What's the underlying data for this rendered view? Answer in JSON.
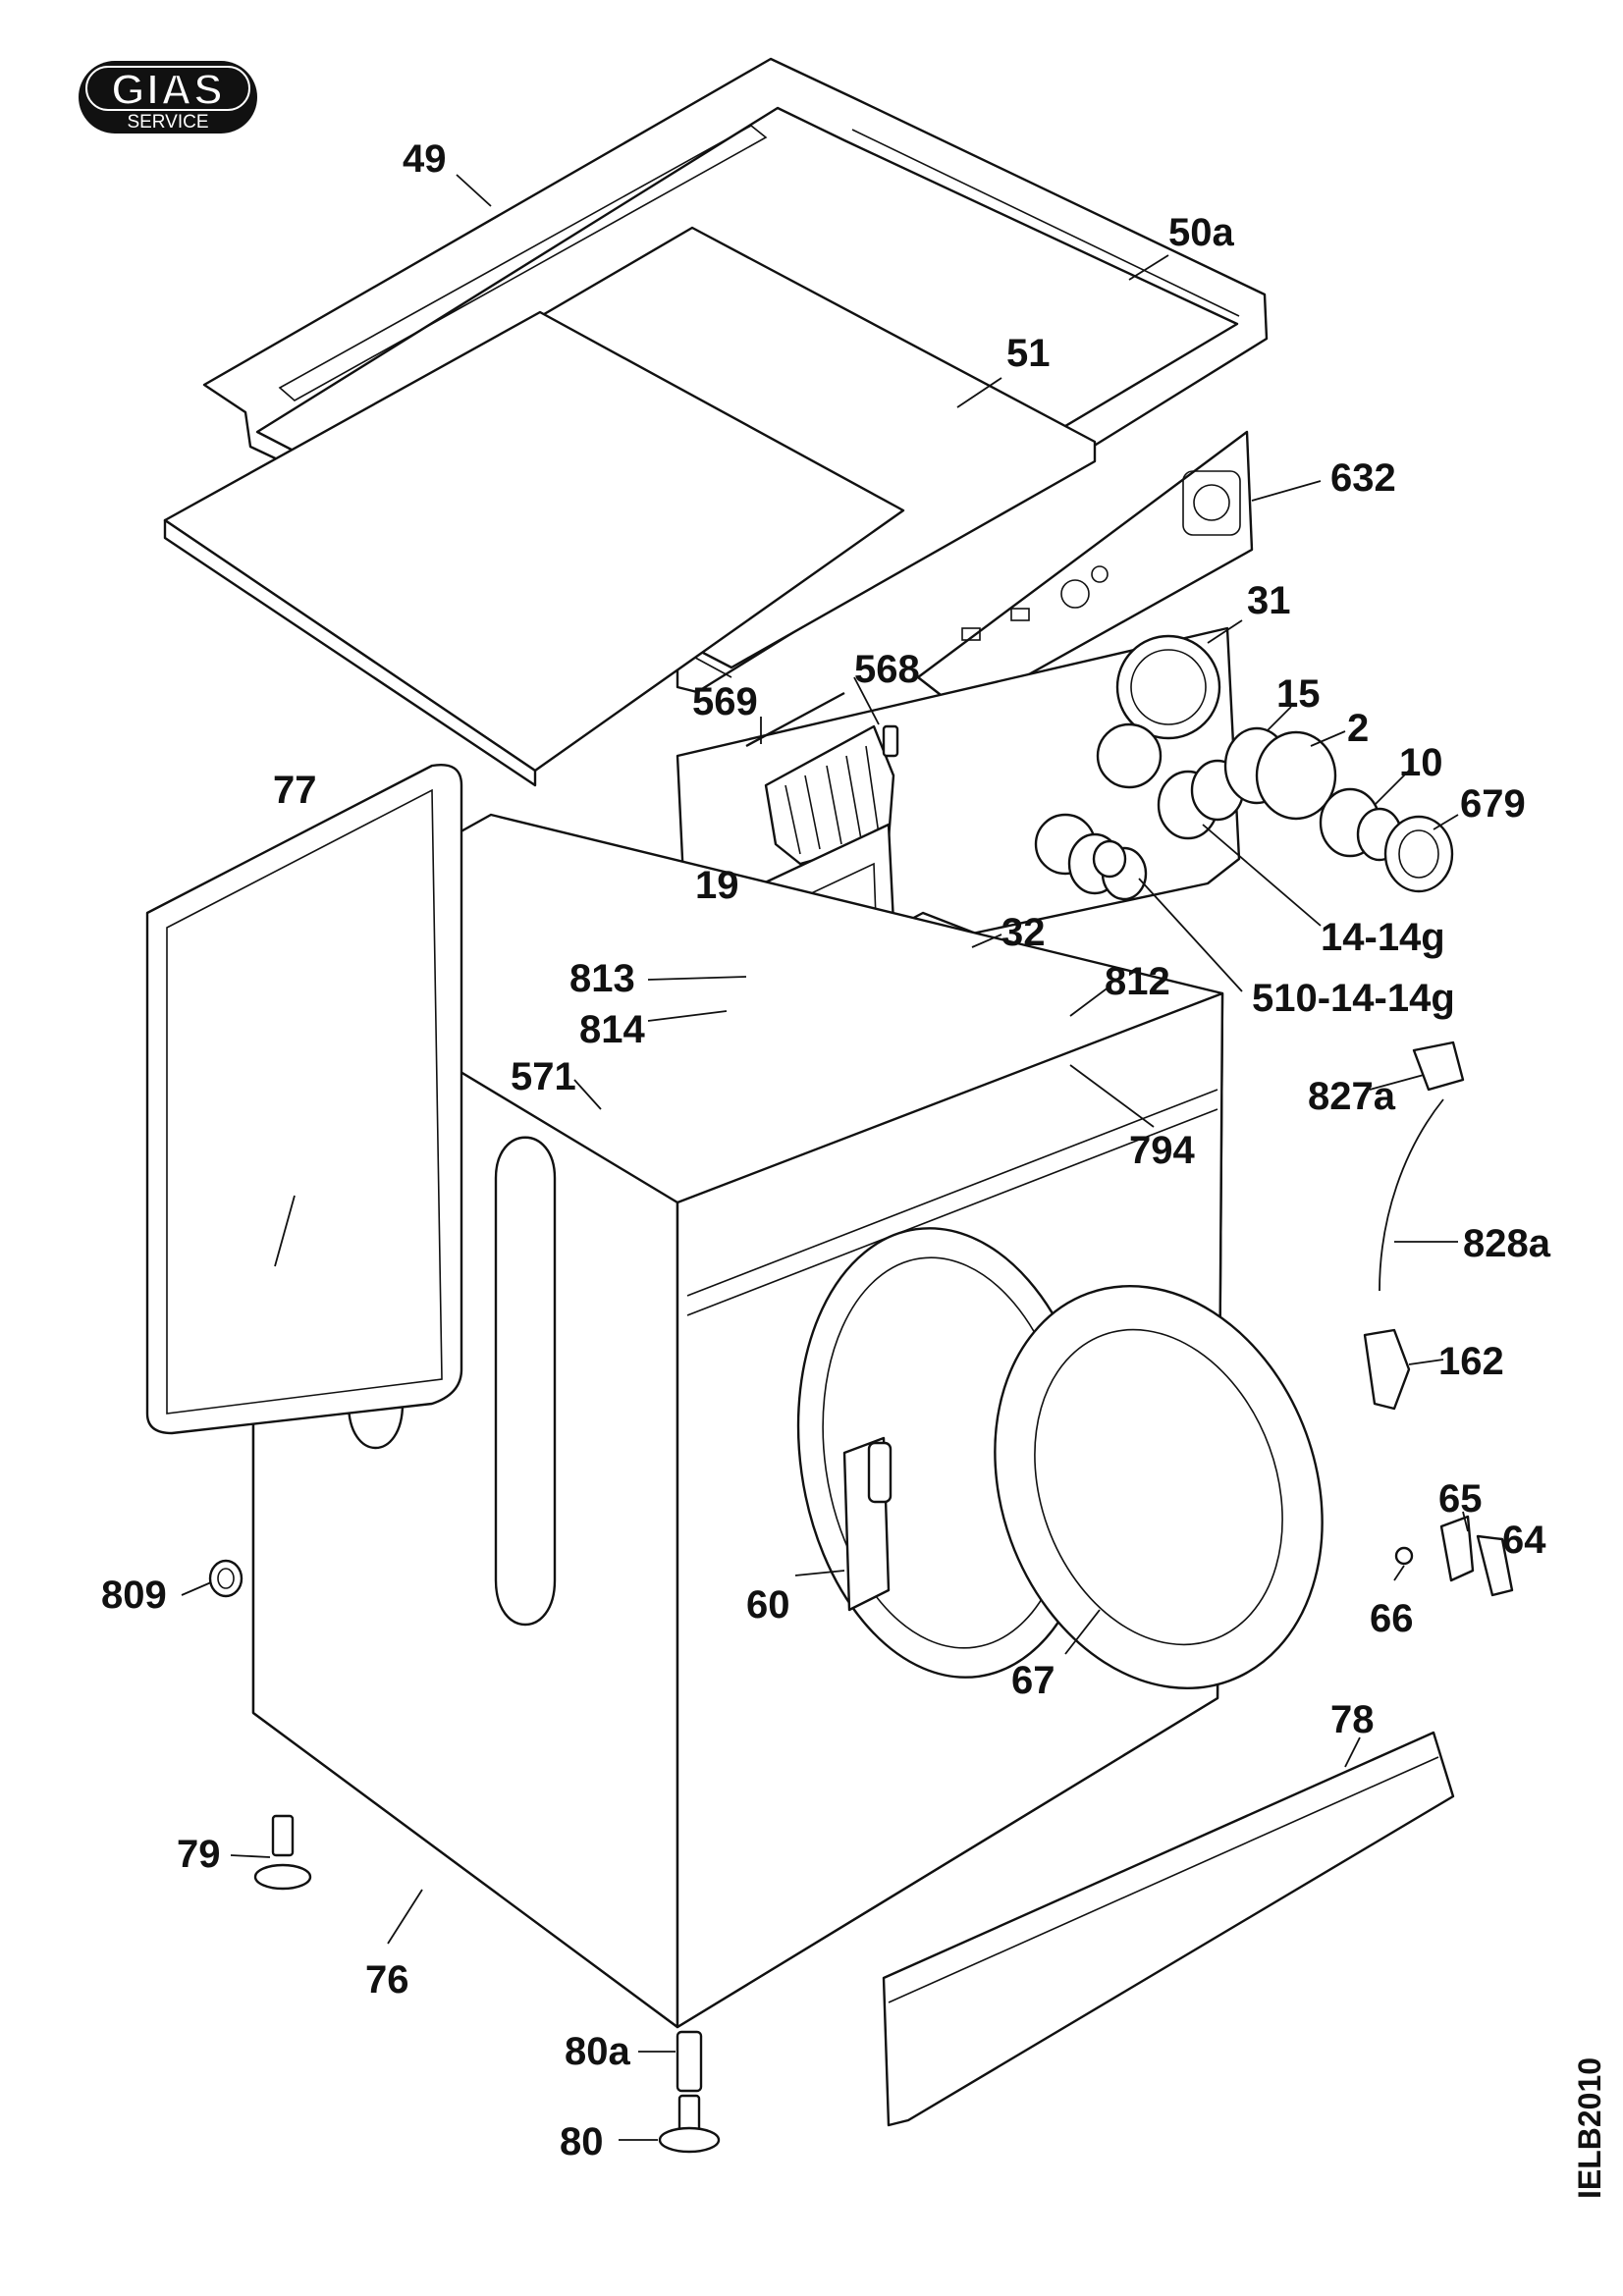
{
  "logo": {
    "brand": "GIAS",
    "tagline": "SERVICE"
  },
  "drawing_code": "IELB2010",
  "labels": [
    "49",
    "50a",
    "51",
    "632",
    "31",
    "568",
    "569",
    "15",
    "2",
    "10",
    "679",
    "77",
    "19",
    "14-14g",
    "32",
    "813",
    "812",
    "510-14-14g",
    "814",
    "571",
    "827a",
    "794",
    "828a",
    "162",
    "65",
    "64",
    "809",
    "60",
    "66",
    "67",
    "78",
    "79",
    "76",
    "80a",
    "80"
  ]
}
